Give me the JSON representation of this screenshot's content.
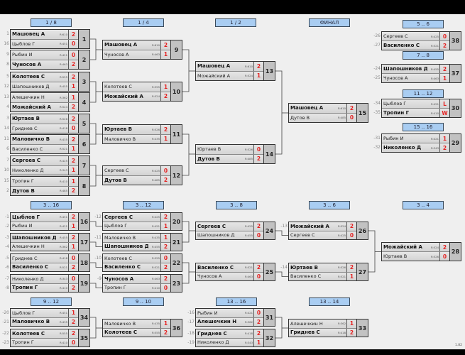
{
  "version": "1.82",
  "headers": [
    "1 / 8",
    "1 / 4",
    "1 / 2",
    "ФИНАЛ",
    "5 .. 6",
    "7 .. 8",
    "11 .. 12",
    "15 .. 16",
    "3 .. 16",
    "3 .. 12",
    "3 .. 8",
    "3 .. 6",
    "3 .. 4",
    "9 .. 12",
    "9 .. 10",
    "13 .. 16",
    "13 .. 14"
  ],
  "colors": {
    "score": "#e42222",
    "header": "#a9cdf2",
    "background": "#efefef"
  },
  "matches": [
    {
      "num": "1",
      "players": [
        {
          "seed": "1",
          "name": "Машовец А",
          "rating": "R:610",
          "score": "2",
          "winner": true
        },
        {
          "seed": "16",
          "name": "Цыблов Г",
          "rating": "R:451",
          "score": "0"
        }
      ]
    },
    {
      "num": "2",
      "players": [
        {
          "seed": "9",
          "name": "Рыбин И",
          "rating": "R:421",
          "score": "0"
        },
        {
          "seed": "8",
          "name": "Чуносов А",
          "rating": "R:463",
          "score": "2",
          "winner": true
        }
      ]
    },
    {
      "num": "3",
      "players": [
        {
          "seed": "5",
          "name": "Колотеев С",
          "rating": "R:555",
          "score": "2",
          "winner": true
        },
        {
          "seed": "12",
          "name": "Шапошников Д",
          "rating": "R:455",
          "score": "1"
        }
      ]
    },
    {
      "num": "4",
      "players": [
        {
          "seed": "13",
          "name": "Алешечкин Н",
          "rating": "R:362",
          "score": "1"
        },
        {
          "seed": "4",
          "name": "Можайский А",
          "rating": "R:524",
          "score": "2",
          "winner": true
        }
      ]
    },
    {
      "num": "5",
      "players": [
        {
          "seed": "3",
          "name": "Юртаев В",
          "rating": "R:526",
          "score": "2",
          "winner": true
        },
        {
          "seed": "14",
          "name": "Гриднев С",
          "rating": "R:418",
          "score": "0"
        }
      ]
    },
    {
      "num": "6",
      "players": [
        {
          "seed": "11",
          "name": "Маловичко В",
          "rating": "R:435",
          "score": "2",
          "winner": true
        },
        {
          "seed": "6",
          "name": "Василенко С",
          "rating": "R:521",
          "score": "1"
        }
      ]
    },
    {
      "num": "7",
      "players": [
        {
          "seed": "7",
          "name": "Сергеев С",
          "rating": "R:425",
          "score": "2",
          "winner": true
        },
        {
          "seed": "10",
          "name": "Николенко Д",
          "rating": "R:343",
          "score": "1"
        }
      ]
    },
    {
      "num": "8",
      "players": [
        {
          "seed": "15",
          "name": "Тропин Г",
          "rating": "R:410",
          "score": "1"
        },
        {
          "seed": "2",
          "name": "Дутов В",
          "rating": "R:485",
          "score": "2",
          "winner": true
        }
      ]
    },
    {
      "num": "9",
      "players": [
        {
          "name": "Машовец А",
          "rating": "R:610",
          "score": "2",
          "winner": true
        },
        {
          "name": "Чуносов А",
          "rating": "R:463",
          "score": "1"
        }
      ]
    },
    {
      "num": "10",
      "players": [
        {
          "name": "Колотеев С",
          "rating": "R:555",
          "score": "1"
        },
        {
          "name": "Можайский А",
          "rating": "R:524",
          "score": "2",
          "winner": true
        }
      ]
    },
    {
      "num": "11",
      "players": [
        {
          "name": "Юртаев В",
          "rating": "R:526",
          "score": "2",
          "winner": true
        },
        {
          "name": "Маловичко В",
          "rating": "R:435",
          "score": "1"
        }
      ]
    },
    {
      "num": "12",
      "players": [
        {
          "name": "Сергеев С",
          "rating": "R:425",
          "score": "0"
        },
        {
          "name": "Дутов В",
          "rating": "R:485",
          "score": "2",
          "winner": true
        }
      ]
    },
    {
      "num": "13",
      "players": [
        {
          "name": "Машовец А",
          "rating": "R:610",
          "score": "2",
          "winner": true
        },
        {
          "name": "Можайский А",
          "rating": "R:524",
          "score": "1"
        }
      ]
    },
    {
      "num": "14",
      "players": [
        {
          "name": "Юртаев В",
          "rating": "R:526",
          "score": "0"
        },
        {
          "name": "Дутов В",
          "rating": "R:485",
          "score": "2",
          "winner": true
        }
      ]
    },
    {
      "num": "15",
      "players": [
        {
          "name": "Машовец А",
          "rating": "R:610",
          "score": "2",
          "winner": true
        },
        {
          "name": "Дутов В",
          "rating": "R:485",
          "score": "0"
        }
      ]
    },
    {
      "num": "16",
      "players": [
        {
          "seed": "-1",
          "name": "Цыблов Г",
          "rating": "R:451",
          "score": "2",
          "winner": true
        },
        {
          "seed": "-2",
          "name": "Рыбин И",
          "rating": "R:421",
          "score": "1"
        }
      ]
    },
    {
      "num": "17",
      "players": [
        {
          "seed": "-3",
          "name": "Шапошников Д",
          "rating": "R:455",
          "score": "2",
          "winner": true
        },
        {
          "seed": "-4",
          "name": "Алешечкин Н",
          "rating": "R:362",
          "score": "1"
        }
      ]
    },
    {
      "num": "18",
      "players": [
        {
          "seed": "-5",
          "name": "Гриднев С",
          "rating": "R:418",
          "score": "0"
        },
        {
          "seed": "-6",
          "name": "Василенко С",
          "rating": "R:521",
          "score": "2",
          "winner": true
        }
      ]
    },
    {
      "num": "19",
      "players": [
        {
          "seed": "-7",
          "name": "Николенко Д",
          "rating": "R:343",
          "score": "0"
        },
        {
          "seed": "-8",
          "name": "Тропин Г",
          "rating": "R:410",
          "score": "2",
          "winner": true
        }
      ]
    },
    {
      "num": "20",
      "players": [
        {
          "seed": "-12",
          "name": "Сергеев С",
          "rating": "R:425",
          "score": "2",
          "winner": true
        },
        {
          "name": "Цыблов Г",
          "rating": "R:451",
          "score": "1"
        }
      ]
    },
    {
      "num": "21",
      "players": [
        {
          "seed": "-11",
          "name": "Маловичко В",
          "rating": "R:435",
          "score": "1"
        },
        {
          "name": "Шапошников Д",
          "rating": "R:455",
          "score": "2",
          "winner": true
        }
      ]
    },
    {
      "num": "22",
      "players": [
        {
          "seed": "-10",
          "name": "Колотеев С",
          "rating": "R:555",
          "score": "0"
        },
        {
          "name": "Василенко С",
          "rating": "R:521",
          "score": "2",
          "winner": true
        }
      ]
    },
    {
      "num": "23",
      "players": [
        {
          "seed": "-9",
          "name": "Чуносов А",
          "rating": "R:463",
          "score": "2",
          "winner": true
        },
        {
          "name": "Тропин Г",
          "rating": "R:410",
          "score": "0"
        }
      ]
    },
    {
      "num": "24",
      "players": [
        {
          "name": "Сергеев С",
          "rating": "R:425",
          "score": "2",
          "winner": true
        },
        {
          "name": "Шапошников Д",
          "rating": "R:455",
          "score": "0"
        }
      ]
    },
    {
      "num": "25",
      "players": [
        {
          "name": "Василенко С",
          "rating": "R:521",
          "score": "2",
          "winner": true
        },
        {
          "name": "Чуносов А",
          "rating": "R:463",
          "score": "0"
        }
      ]
    },
    {
      "num": "26",
      "players": [
        {
          "seed": "-13",
          "name": "Можайский А",
          "rating": "R:524",
          "score": "2",
          "winner": true
        },
        {
          "name": "Сергеев С",
          "rating": "R:425",
          "score": "0"
        }
      ]
    },
    {
      "num": "27",
      "players": [
        {
          "seed": "-14",
          "name": "Юртаев В",
          "rating": "R:526",
          "score": "2",
          "winner": true
        },
        {
          "name": "Василенко С",
          "rating": "R:521",
          "score": "1"
        }
      ]
    },
    {
      "num": "28",
      "players": [
        {
          "name": "Можайский А",
          "rating": "R:524",
          "score": "2",
          "winner": true
        },
        {
          "name": "Юртаев В",
          "rating": "R:526",
          "score": "0"
        }
      ]
    },
    {
      "num": "29",
      "players": [
        {
          "seed": "-31",
          "name": "Рыбин И",
          "rating": "R:421",
          "score": "1"
        },
        {
          "seed": "-32",
          "name": "Николенко Д",
          "rating": "R:343",
          "score": "2",
          "winner": true
        }
      ]
    },
    {
      "num": "30",
      "players": [
        {
          "seed": "-34",
          "name": "Цыблов Г",
          "rating": "R:451",
          "score": "L"
        },
        {
          "seed": "-35",
          "name": "Тропин Г",
          "rating": "R:410",
          "score": "W",
          "winner": true
        }
      ]
    },
    {
      "num": "31",
      "players": [
        {
          "seed": "-16",
          "name": "Рыбин И",
          "rating": "R:421",
          "score": "0"
        },
        {
          "seed": "-17",
          "name": "Алешечкин Н",
          "rating": "R:362",
          "score": "2",
          "winner": true
        }
      ]
    },
    {
      "num": "32",
      "players": [
        {
          "seed": "-18",
          "name": "Гриднев С",
          "rating": "R:418",
          "score": "2",
          "winner": true
        },
        {
          "seed": "-19",
          "name": "Николенко Д",
          "rating": "R:343",
          "score": "1"
        }
      ]
    },
    {
      "num": "33",
      "players": [
        {
          "name": "Алешечкин Н",
          "rating": "R:362",
          "score": "1"
        },
        {
          "name": "Гриднев С",
          "rating": "R:418",
          "score": "2",
          "winner": true
        }
      ]
    },
    {
      "num": "34",
      "players": [
        {
          "seed": "-20",
          "name": "Цыблов Г",
          "rating": "R:451",
          "score": "1"
        },
        {
          "seed": "-21",
          "name": "Маловичко В",
          "rating": "R:435",
          "score": "2",
          "winner": true
        }
      ]
    },
    {
      "num": "35",
      "players": [
        {
          "seed": "-22",
          "name": "Колотеев С",
          "rating": "R:555",
          "score": "2",
          "winner": true
        },
        {
          "seed": "-23",
          "name": "Тропин Г",
          "rating": "R:410",
          "score": "0"
        }
      ]
    },
    {
      "num": "36",
      "players": [
        {
          "name": "Маловичко В",
          "rating": "R:435",
          "score": "1"
        },
        {
          "name": "Колотеев С",
          "rating": "R:555",
          "score": "2",
          "winner": true
        }
      ]
    },
    {
      "num": "37",
      "players": [
        {
          "seed": "-24",
          "name": "Шапошников Д",
          "rating": "R:455",
          "score": "2",
          "winner": true
        },
        {
          "seed": "-25",
          "name": "Чуносов А",
          "rating": "R:463",
          "score": "1"
        }
      ]
    },
    {
      "num": "38",
      "players": [
        {
          "seed": "-26",
          "name": "Сергеев С",
          "rating": "R:425",
          "score": "0"
        },
        {
          "seed": "-27",
          "name": "Василенко С",
          "rating": "R:521",
          "score": "2",
          "winner": true
        }
      ]
    }
  ]
}
